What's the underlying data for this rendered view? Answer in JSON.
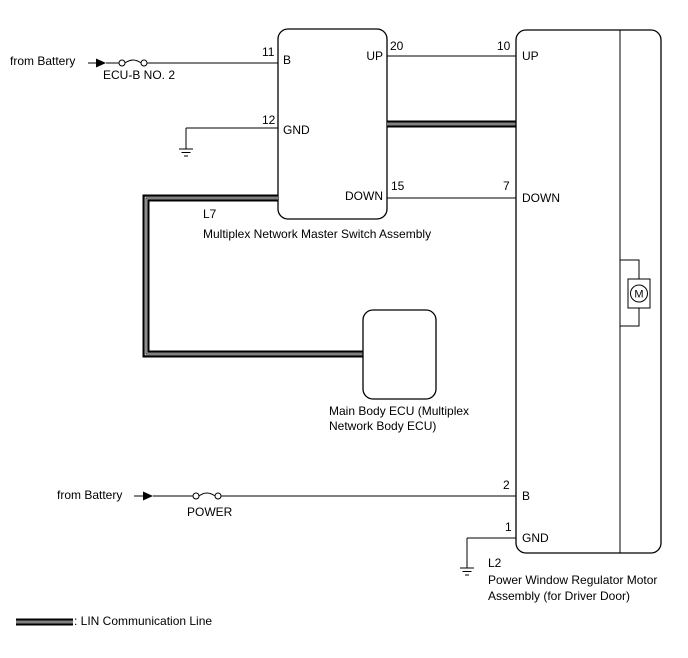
{
  "battery_label": "from Battery",
  "fuse_ecub": "ECU-B NO. 2",
  "fuse_power": "POWER",
  "master_switch": {
    "code": "L7",
    "name": "Multiplex Network Master Switch Assembly",
    "pins": {
      "b": {
        "num": "11",
        "label": "B"
      },
      "gnd": {
        "num": "12",
        "label": "GND"
      },
      "up": {
        "num": "20",
        "label": "UP"
      },
      "down": {
        "num": "15",
        "label": "DOWN"
      }
    }
  },
  "body_ecu": {
    "line1": "Main Body ECU (Multiplex",
    "line2": "Network Body ECU)"
  },
  "regulator": {
    "code": "L2",
    "line1": "Power Window Regulator Motor",
    "line2": "Assembly (for Driver Door)",
    "motor": "M",
    "pins": {
      "up": {
        "num": "10",
        "label": "UP"
      },
      "down": {
        "num": "7",
        "label": "DOWN"
      },
      "b": {
        "num": "2",
        "label": "B"
      },
      "gnd": {
        "num": "1",
        "label": "GND"
      }
    }
  },
  "legend": ": LIN Communication Line"
}
